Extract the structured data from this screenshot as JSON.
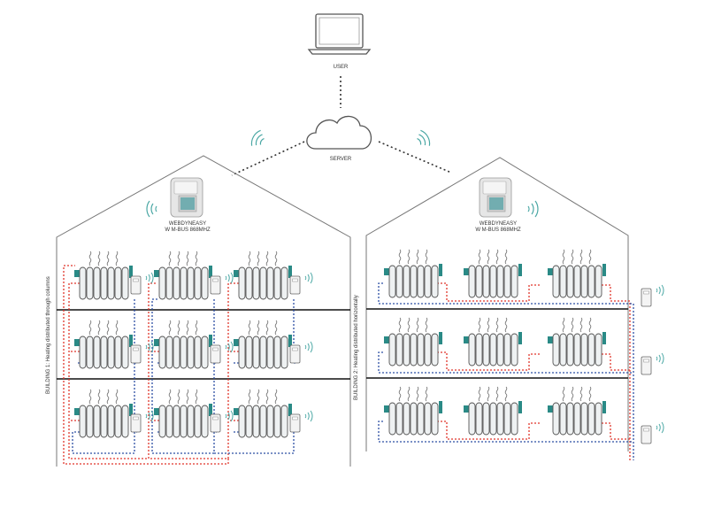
{
  "user": {
    "label": "USER"
  },
  "server": {
    "label": "SERVER"
  },
  "buildings": [
    {
      "device_line1": "WEBDYNEASY",
      "device_line2": "W M-BUS 868MHZ",
      "side_label": "BUILDING 1: Heating distributed through columns",
      "floors": 3,
      "radiators_per_floor": 3
    },
    {
      "device_line1": "WEBDYNEASY",
      "device_line2": "W M-BUS 868MHZ",
      "side_label": "BUILDING 2: Heating distributed horizontally",
      "floors": 3,
      "radiators_per_floor": 3
    }
  ],
  "colors": {
    "outline": "#666666",
    "floor_line": "#111111",
    "radiator_fill": "#eef1f2",
    "radiator_stroke": "#555555",
    "valve": "#2a8a86",
    "pipe_hot": "#e0352b",
    "pipe_cold": "#2c4fa3",
    "device_body": "#e4e4e4",
    "device_panel": "#5aa4a8"
  }
}
